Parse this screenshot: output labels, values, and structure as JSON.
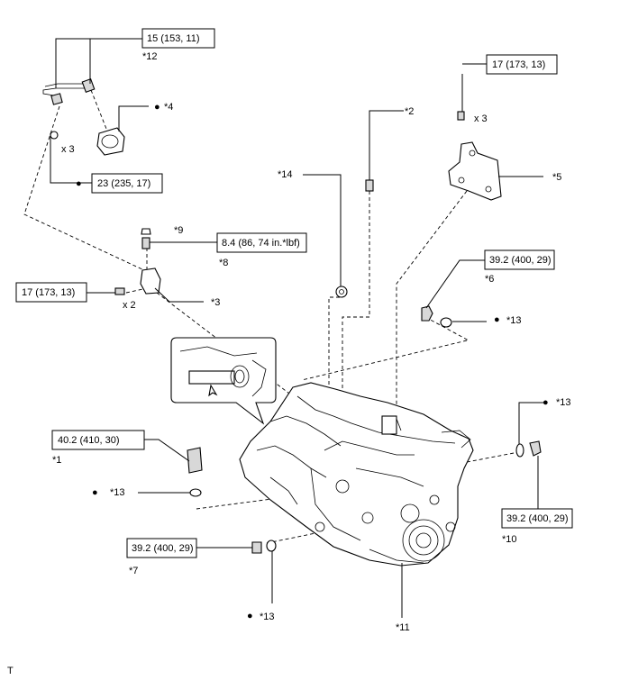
{
  "torque_boxes": {
    "t1": "15 (153, 11)",
    "t2": "17 (173, 13)",
    "t3": "23 (235, 17)",
    "t4": "8.4 (86, 74 in.*lbf)",
    "t5": "17 (173, 13)",
    "t6": "39.2 (400, 29)",
    "t7": "40.2 (410, 30)",
    "t8": "39.2 (400, 29)",
    "t9": "39.2 (400, 29)"
  },
  "callouts": {
    "c1": "*1",
    "c2": "*2",
    "c3": "*3",
    "c4": "*4",
    "c5": "*5",
    "c6": "*6",
    "c7": "*7",
    "c8": "*8",
    "c9": "*9",
    "c10": "*10",
    "c11": "*11",
    "c12": "*12",
    "c13a": "*13",
    "c13b": "*13",
    "c13c": "*13",
    "c13d": "*13",
    "c14": "*14"
  },
  "quantities": {
    "q1": "x 3",
    "q2": "x 3",
    "q3": "x 2"
  },
  "bullet": "●",
  "corner_mark": "T"
}
